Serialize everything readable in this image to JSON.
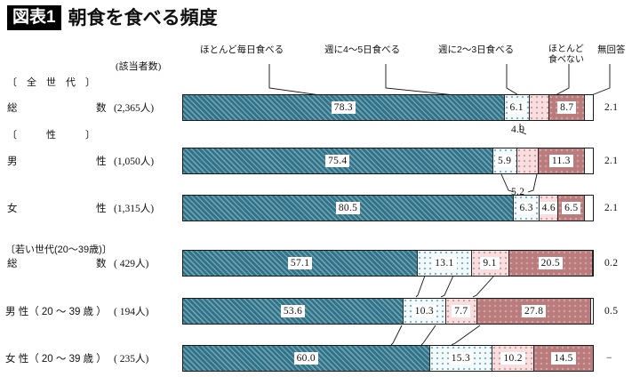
{
  "title": {
    "badge": "図表1",
    "text": "朝食を食べる頻度"
  },
  "headers": {
    "count_header": "(該当者数)",
    "group_all": "〔　全　世　代　〕",
    "group_sex": "〔　　　性　　　〕",
    "group_young": "〔若い世代(20〜39歳)〕"
  },
  "legend": [
    {
      "label": "ほとんど毎日食べる",
      "color": "#2e7389",
      "pattern": "diagonal-hatch"
    },
    {
      "label": "週に4〜5日食べる",
      "color": "#f4fafc",
      "pattern": "blue-dots"
    },
    {
      "label": "週に2〜3日食べる",
      "color": "#f7dfe0",
      "pattern": "pink-dots"
    },
    {
      "label": "ほとんど\n食べない",
      "label_line1": "ほとんど",
      "label_line2": "食べない",
      "color": "#b97b7b",
      "pattern": "rose-dots"
    },
    {
      "label": "無回答",
      "color": "#ffffff",
      "pattern": "none"
    }
  ],
  "chart_data": {
    "type": "bar",
    "subtype": "stacked-horizontal-100",
    "title": "朝食を食べる頻度",
    "xlabel": "",
    "ylabel": "",
    "xlim": [
      0,
      100
    ],
    "unit": "%",
    "grid": false,
    "legend_position": "top-callouts",
    "categories": [
      "ほとんど毎日食べる",
      "週に4〜5日食べる",
      "週に2〜3日食べる",
      "ほとんど食べない",
      "無回答"
    ],
    "groups": [
      {
        "group_label": "〔　全　世　代　〕",
        "rows": [
          {
            "name": "総　　　　　　数",
            "name_left": "総",
            "name_right": "数",
            "count": "(2,365人)",
            "values": [
              78.3,
              6.1,
              4.9,
              8.7,
              2.1
            ],
            "labels": [
              "78.3",
              "6.1",
              "4.9",
              "8.7",
              "2.1"
            ]
          }
        ]
      },
      {
        "group_label": "〔　　　性　　　〕",
        "rows": [
          {
            "name": "男　　　　　　性",
            "name_left": "男",
            "name_right": "性",
            "count": "(1,050人)",
            "values": [
              75.4,
              5.9,
              5.2,
              11.3,
              2.1
            ],
            "labels": [
              "75.4",
              "5.9",
              "5.2",
              "11.3",
              "2.1"
            ]
          },
          {
            "name": "女　　　　　　性",
            "name_left": "女",
            "name_right": "性",
            "count": "(1,315人)",
            "values": [
              80.5,
              6.3,
              4.6,
              6.5,
              2.1
            ],
            "labels": [
              "80.5",
              "6.3",
              "4.6",
              "6.5",
              "2.1"
            ]
          }
        ]
      },
      {
        "group_label": "〔若い世代(20〜39歳)〕",
        "rows": [
          {
            "name": "総　　　　　　数",
            "name_left": "総",
            "name_right": "数",
            "count": "( 429人)",
            "values": [
              57.1,
              13.1,
              9.1,
              20.5,
              0.2
            ],
            "labels": [
              "57.1",
              "13.1",
              "9.1",
              "20.5",
              "0.2"
            ]
          },
          {
            "name": "男性（20〜39歳）",
            "name_left": "男 性（ 20 〜 39 歳 ）",
            "name_right": "",
            "count": "( 194人)",
            "values": [
              53.6,
              10.3,
              7.7,
              27.8,
              0.5
            ],
            "labels": [
              "53.6",
              "10.3",
              "7.7",
              "27.8",
              "0.5"
            ]
          },
          {
            "name": "女性（20〜39歳）",
            "name_left": "女 性（ 20 〜 39 歳 ）",
            "name_right": "",
            "count": "( 235人)",
            "values": [
              60.0,
              15.3,
              10.2,
              14.5,
              0.0
            ],
            "labels": [
              "60.0",
              "15.3",
              "10.2",
              "14.5",
              "−"
            ]
          }
        ]
      }
    ]
  }
}
